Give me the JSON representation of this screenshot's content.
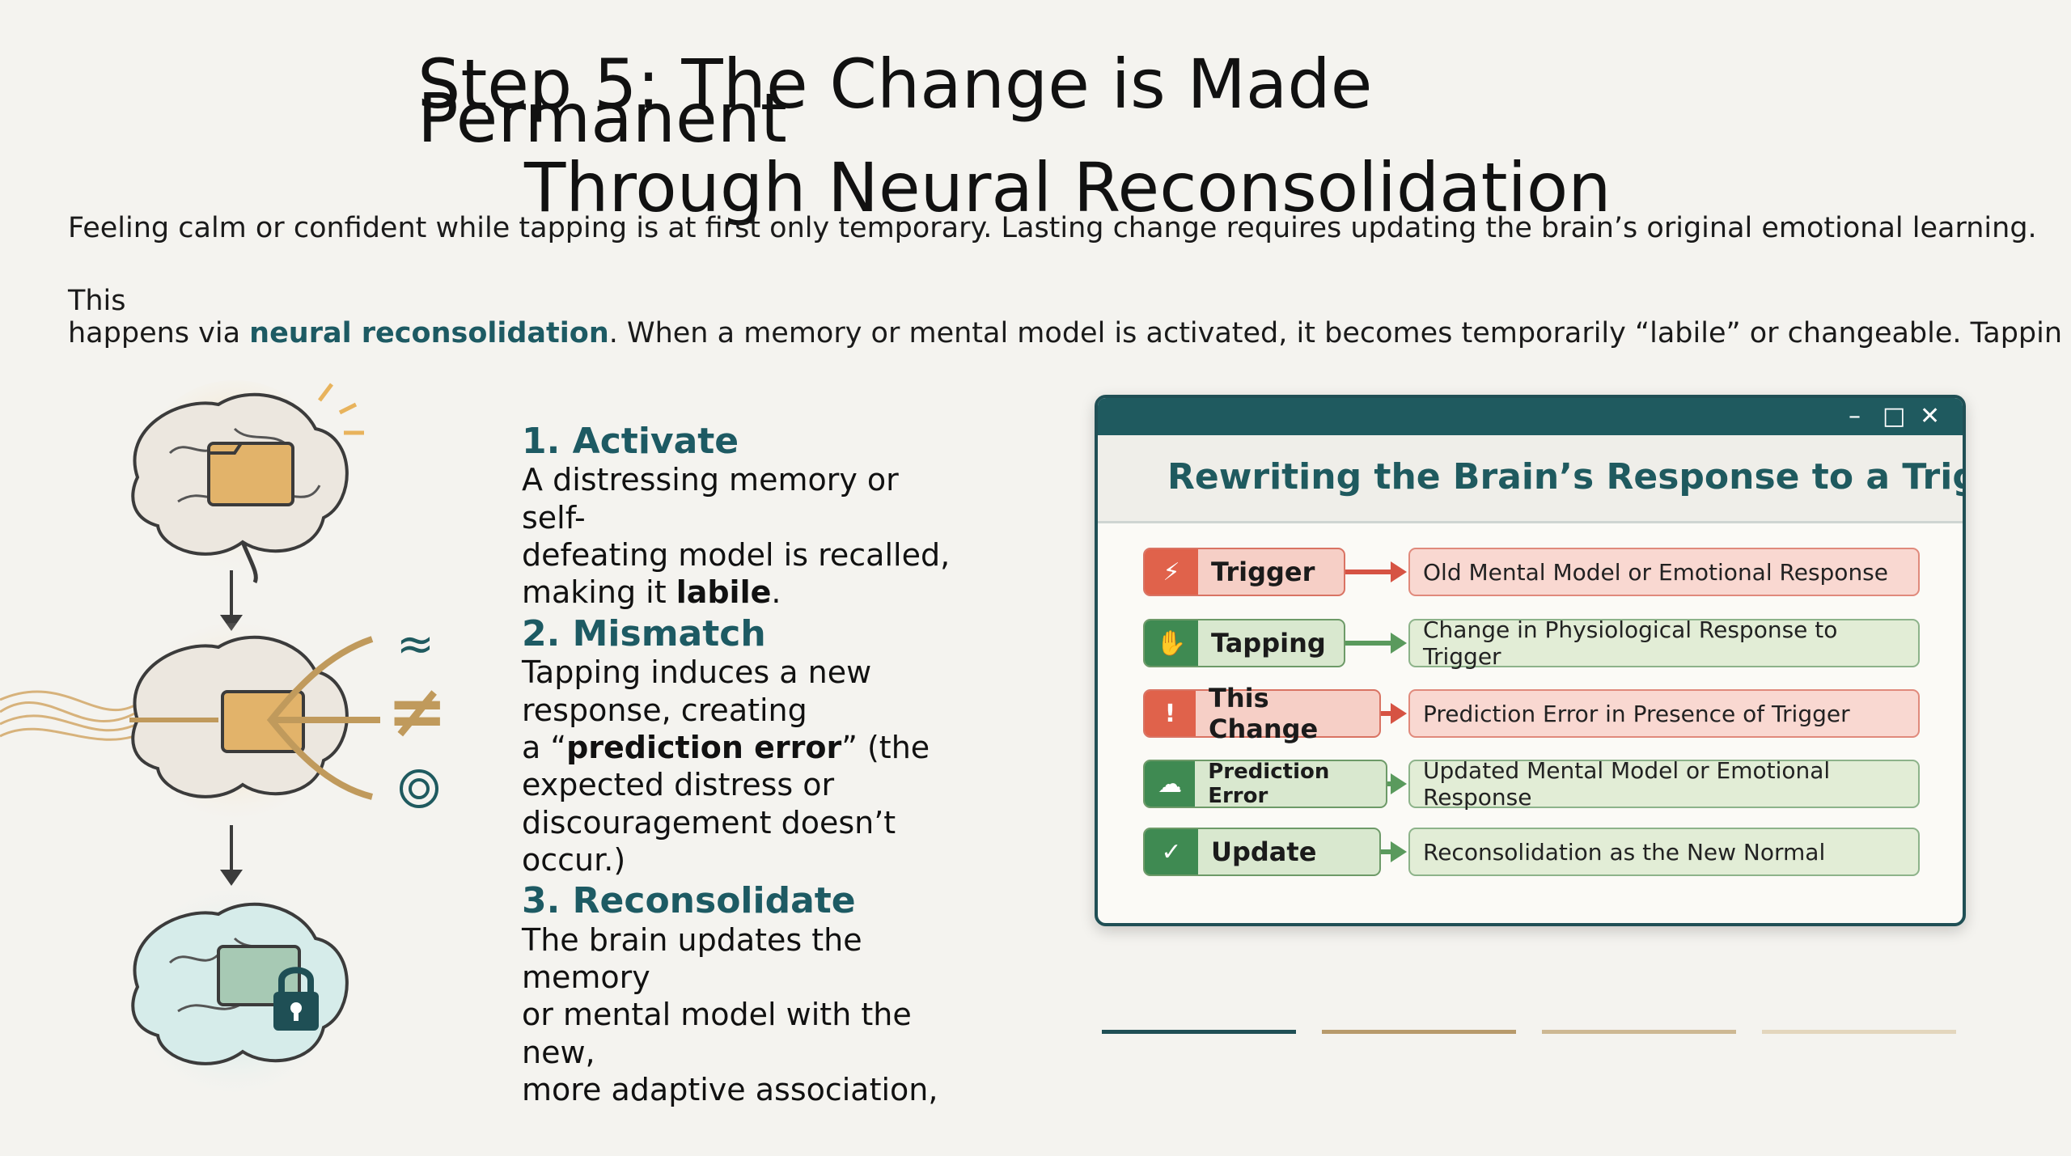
{
  "title": {
    "line1": "Step 5: The Change is Made",
    "line2": "Permanent",
    "line3": "Through Neural Reconsolidation"
  },
  "intro": {
    "line1": "Feeling calm or confident while tapping is at first only temporary. Lasting change requires updating the brain’s original emotional learning.",
    "line2_word": "This",
    "line3_pre": "happens via ",
    "line3_highlight": "neural reconsolidation",
    "line3_post": ". When a memory or mental model is activated, it becomes temporarily “labile” or changeable. Tappin"
  },
  "steps": [
    {
      "heading": "1. Activate",
      "lines": [
        "A distressing memory or",
        "self-",
        "defeating model is recalled,"
      ],
      "last_pre": "making it ",
      "last_bold": "labile",
      "last_post": "."
    },
    {
      "heading": "2. Mismatch",
      "lines": [
        "Tapping induces a new",
        "response, creating"
      ],
      "pe_pre": "a “",
      "pe_bold": "prediction error",
      "pe_post": "” (the",
      "lines2": [
        "expected distress or",
        "discouragement doesn’t",
        "occur.)"
      ]
    },
    {
      "heading": "3. Reconsolidate",
      "lines": [
        "The brain updates the",
        "memory",
        "or mental model with the",
        "new,",
        "more adaptive association,"
      ]
    }
  ],
  "window": {
    "controls": {
      "minimize": "–",
      "maximize": "□",
      "close": "✕"
    },
    "heading": "Rewriting the Brain’s Response to a Triggering",
    "rows": [
      {
        "label": "Trigger",
        "icon": "lightning-icon",
        "glyph": "⚡",
        "result": "Old Mental Model or Emotional Response",
        "tone": "red"
      },
      {
        "label": "Tapping",
        "icon": "tapping-hand-icon",
        "glyph": "✋",
        "result": "Change in Physiological Response to Trigger",
        "tone": "grn"
      },
      {
        "label": "This Change",
        "icon": "alert-icon",
        "glyph": "!",
        "result": "Prediction Error in Presence of Trigger",
        "tone": "red"
      },
      {
        "label": "Prediction Error",
        "icon": "brain-icon",
        "glyph": "☁",
        "result": "Updated Mental Model or Emotional Response",
        "tone": "grn"
      },
      {
        "label": "Update",
        "icon": "check-icon",
        "glyph": "✓",
        "result": "Reconsolidation as the New Normal",
        "tone": "grn"
      }
    ]
  },
  "colors": {
    "accent": "#1d5a63",
    "red": "#e0624b",
    "green": "#3f8a52",
    "pager": [
      "#1f4f55",
      "#b79a6b",
      "#cdb893",
      "#e3d6bd"
    ]
  }
}
